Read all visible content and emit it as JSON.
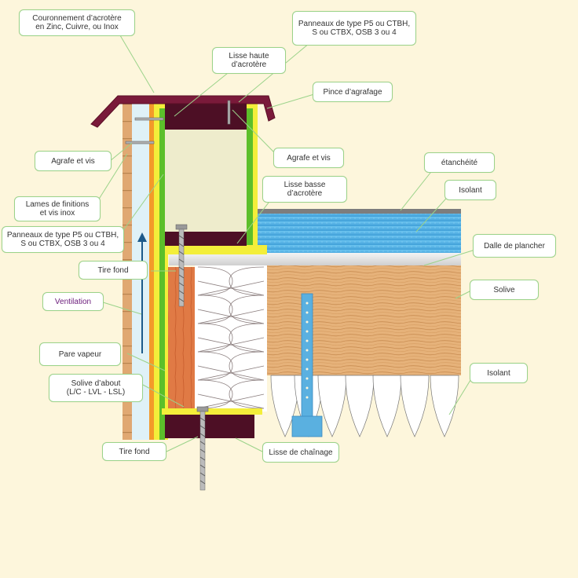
{
  "labels": {
    "couronnement": "Couronnement d’acrotère\nen Zinc, Cuivre, ou Inox",
    "panneaux_top": "Panneaux de type P5 ou CTBH,\nS ou CTBX, OSB 3 ou 4",
    "lisse_haute": "Lisse haute\nd’acrotère",
    "pince": "Pince d’agrafage",
    "agrafe_left": "Agrafe et vis",
    "agrafe_right": "Agrafe et vis",
    "etancheite": "étanchéité",
    "lisse_basse": "Lisse basse\nd’acrotère",
    "isolant_top": "Isolant",
    "lames": "Lames de finitions\net vis inox",
    "panneaux_left": "Panneaux de type P5 ou CTBH,\nS ou CTBX, OSB 3 ou 4",
    "dalle": "Dalle de plancher",
    "tire_fond_top": "Tire fond",
    "solive": "Solive",
    "ventilation": "Ventilation",
    "pare_vapeur": "Pare vapeur",
    "isolant_bottom": "Isolant",
    "solive_about": "Solive d’about\n(L/C - LVL - LSL)",
    "tire_fond_bottom": "Tire fond",
    "lisse_chainage": "Lisse de chaînage"
  },
  "colors": {
    "background": "#fdf6dc",
    "callout_border": "#9bd38a",
    "insulation_blue": "#4aa8e0",
    "wood": "#e2a96a",
    "dark_wood": "#4d0f25",
    "green": "#5cbf2a",
    "yellow": "#f3ee3a",
    "ventilation_text": "#6a1a7a"
  }
}
